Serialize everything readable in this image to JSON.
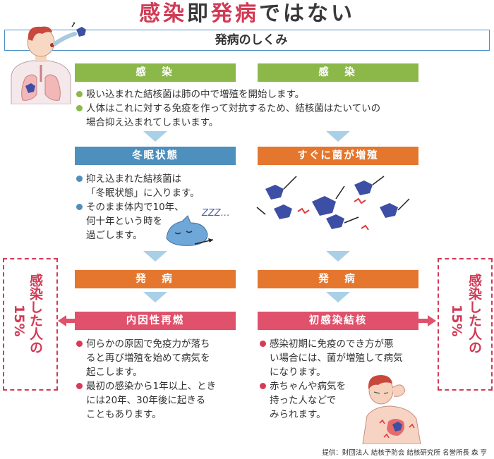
{
  "title": {
    "part1": "感染",
    "part2": "即",
    "part3": "発病",
    "part4": "ではない"
  },
  "subtitle": "発病のしくみ",
  "left": {
    "infection_label": "感　染",
    "dormant_label": "冬眠状態",
    "dormant_lines": [
      "抑え込まれた結核菌は",
      "「冬眠状態」に入ります。"
    ],
    "dormant_lines2": [
      "そのまま体内で10年、",
      "何十年という時を",
      "過ごします。"
    ],
    "zzz": "ZZZ…",
    "onset_label": "発　病",
    "result_label": "内因性再燃",
    "result_lines1": [
      "何らかの原因で免疫力が落ち",
      "ると再び増殖を始めて病気を",
      "起こします。"
    ],
    "result_lines2": [
      "最初の感染から1年以上、とき",
      "には20年、30年後に起きる",
      "こともあります。"
    ]
  },
  "right": {
    "infection_label": "感　染",
    "multiply_label": "すぐに菌が増殖",
    "onset_label": "発　病",
    "result_label": "初感染結核",
    "result_lines1": [
      "感染初期に免疫のでき方が悪",
      "い場合には、菌が増殖して病気",
      "になります。"
    ],
    "result_lines2": [
      "赤ちゃんや病気を",
      "持った人などで",
      "みられます。"
    ]
  },
  "infection_text": {
    "line1": "吸い込まれた結核菌は肺の中で増殖を開始します。",
    "line2a": "人体はこれに対する免疫を作って対抗するため、結核菌はたいていの",
    "line2b": "場合抑え込まれてしまいます。"
  },
  "side_left": {
    "vertical": "感染した人の",
    "percent": "15%"
  },
  "side_right": {
    "vertical": "感染した人の",
    "percent": "15%"
  },
  "credit": "提供：財団法人 結核予防会 結核研究所 名誉所長 森 亨",
  "colors": {
    "green": "#8cb84a",
    "blue": "#4d8fbd",
    "orange": "#e4762e",
    "pink": "#e0516b",
    "title_red": "#d23a55",
    "arrow": "#a9d0e6"
  }
}
